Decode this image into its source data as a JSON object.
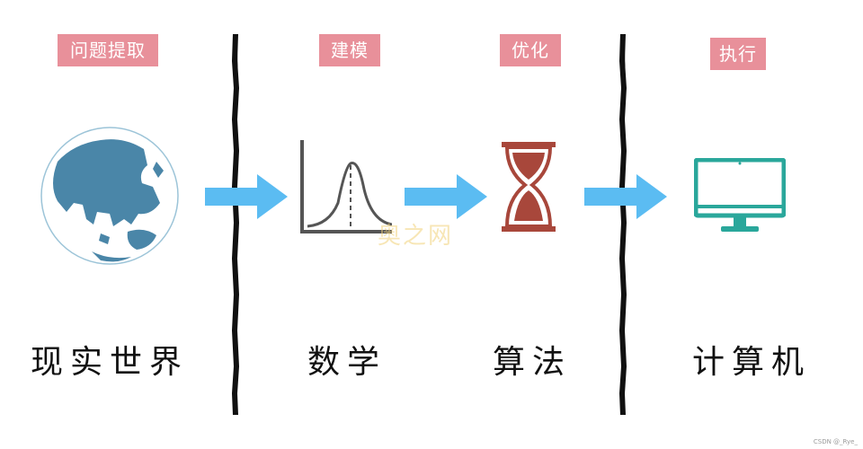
{
  "stages": {
    "problem_extraction": "问题提取",
    "modeling": "建模",
    "optimization": "优化",
    "execution": "执行"
  },
  "captions": {
    "real_world": "现实世界",
    "math": "数学",
    "algorithm": "算法",
    "computer": "计算机"
  },
  "watermark": "奥之网",
  "credit": "CSDN @_Rye_",
  "icons": {
    "globe": "globe-icon",
    "distribution": "normal-distribution-icon",
    "hourglass": "hourglass-icon",
    "monitor": "monitor-icon"
  },
  "colors": {
    "tag_bg": "#e8909a",
    "arrow": "#5bbcf2",
    "globe_land": "#4a86a8",
    "hourglass": "#a8473b",
    "monitor": "#2aa79b"
  }
}
